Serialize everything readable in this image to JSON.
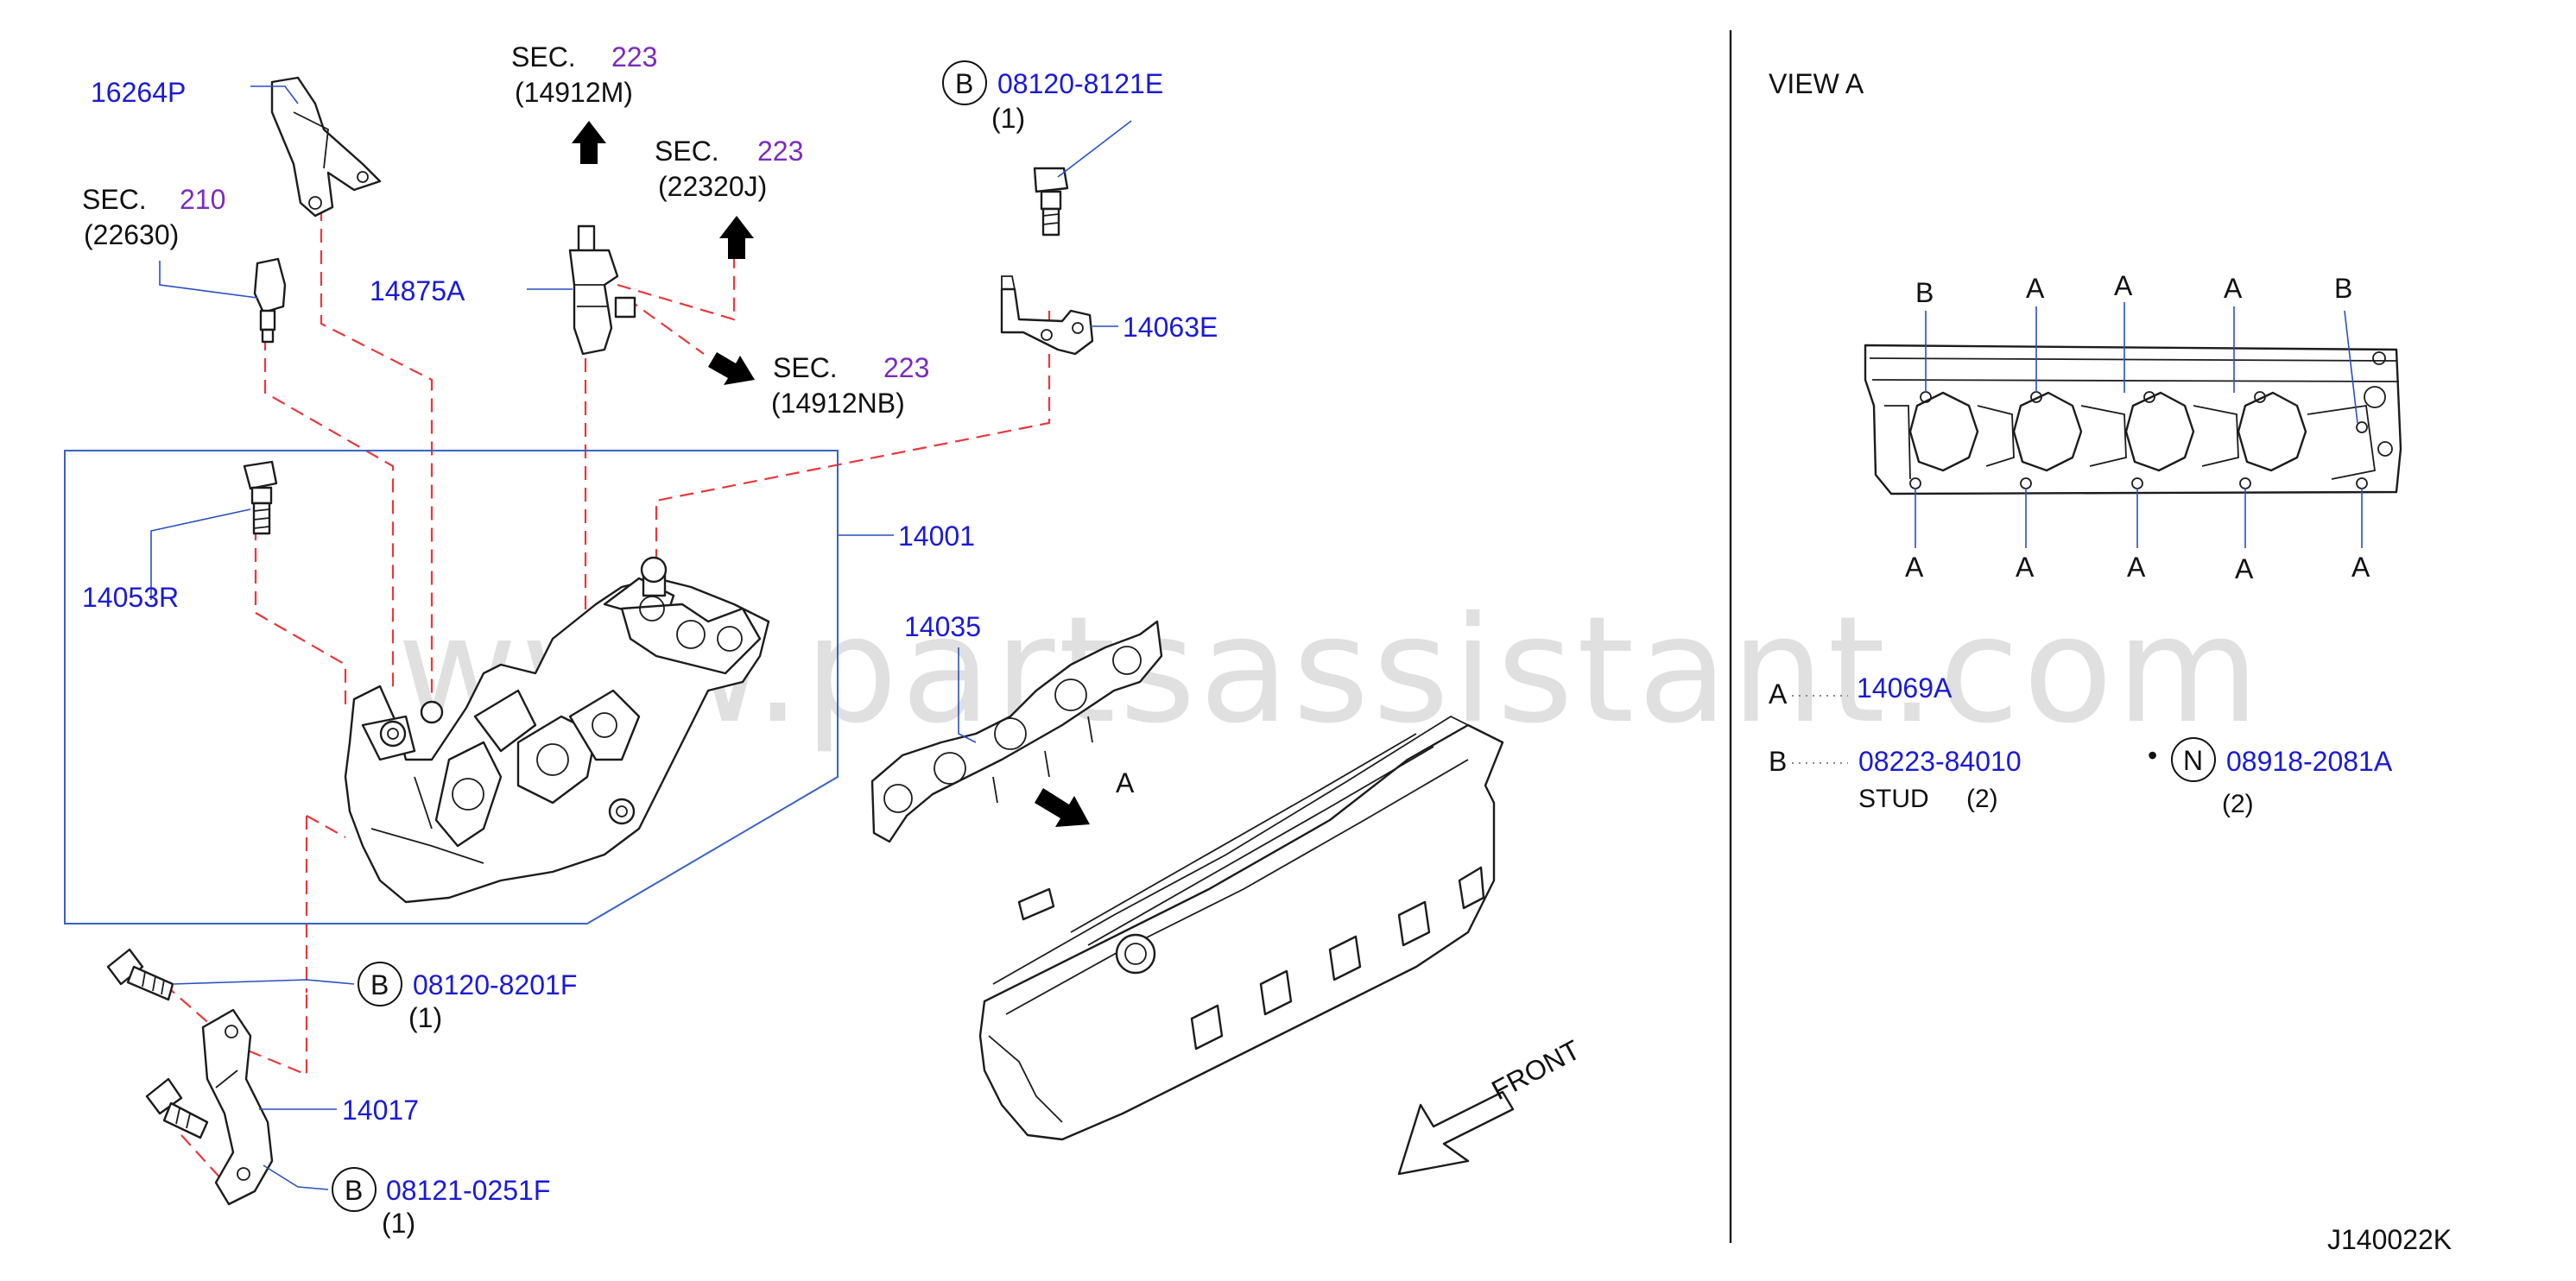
{
  "diagram": {
    "parts": {
      "p16264P": "16264P",
      "p14875A": "14875A",
      "p14063E": "14063E",
      "p14001": "14001",
      "p14053R": "14053R",
      "p14035": "14035",
      "p14017": "14017"
    },
    "sections": {
      "s210_prefix": "SEC.",
      "s210_num": "210",
      "s210_ref": "(22630)",
      "s223a_prefix": "SEC.",
      "s223a_num": "223",
      "s223a_ref": "(14912M)",
      "s223b_prefix": "SEC.",
      "s223b_num": "223",
      "s223b_ref": "(22320J)",
      "s223c_prefix": "SEC.",
      "s223c_num": "223",
      "s223c_ref": "(14912NB)"
    },
    "bolts": {
      "b1_code": "B",
      "b1_part": "08120-8121E",
      "b1_qty": "(1)",
      "b2_code": "B",
      "b2_part": "08120-8201F",
      "b2_qty": "(1)",
      "b3_code": "B",
      "b3_part": "08121-0251F",
      "b3_qty": "(1)"
    },
    "labels": {
      "view_marker": "A",
      "front": "FRONT",
      "diagram_id": "J140022K",
      "watermark": "www.partsassistant.com"
    },
    "view_a": {
      "title": "VIEW A",
      "top_labels": [
        "B",
        "A",
        "A",
        "A",
        "B"
      ],
      "bottom_labels": [
        "A",
        "A",
        "A",
        "A",
        "A"
      ],
      "legend": [
        {
          "key": "A",
          "part": "14069A",
          "desc": "",
          "qty": ""
        },
        {
          "key": "B",
          "part": "08223-84010",
          "desc": "STUD",
          "qty": "(2)"
        }
      ],
      "extra": {
        "bullet": "•",
        "code": "N",
        "part": "08918-2081A",
        "qty": "(2)"
      }
    }
  }
}
